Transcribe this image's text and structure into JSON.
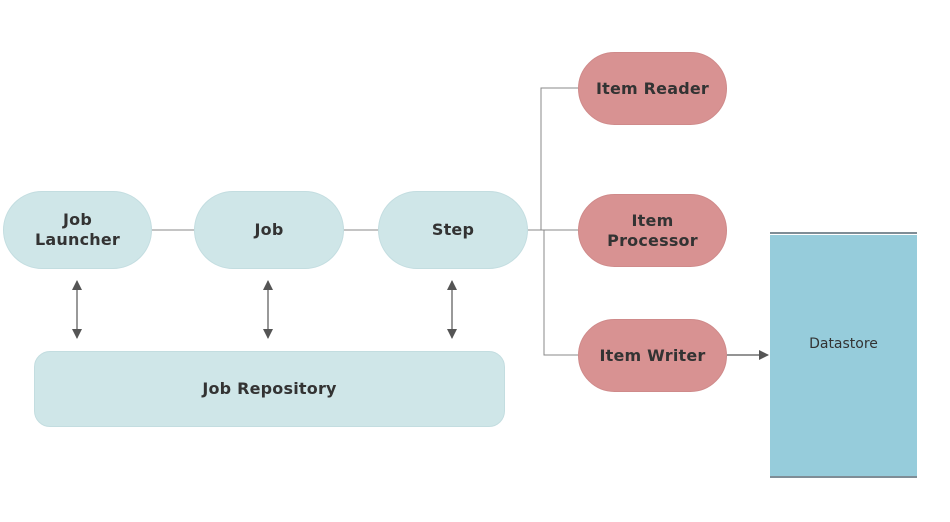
{
  "nodes": {
    "job_launcher": "Job\nLauncher",
    "job": "Job",
    "step": "Step",
    "job_repository": "Job Repository",
    "item_reader": "Item Reader",
    "item_processor": "Item\nProcessor",
    "item_writer": "Item Writer",
    "datastore": "Datastore"
  },
  "colors": {
    "core_fill": "#cfe6e8",
    "item_fill": "#d89292",
    "datastore_fill": "#96ccdb",
    "connector": "#888888",
    "arrow": "#555555"
  }
}
